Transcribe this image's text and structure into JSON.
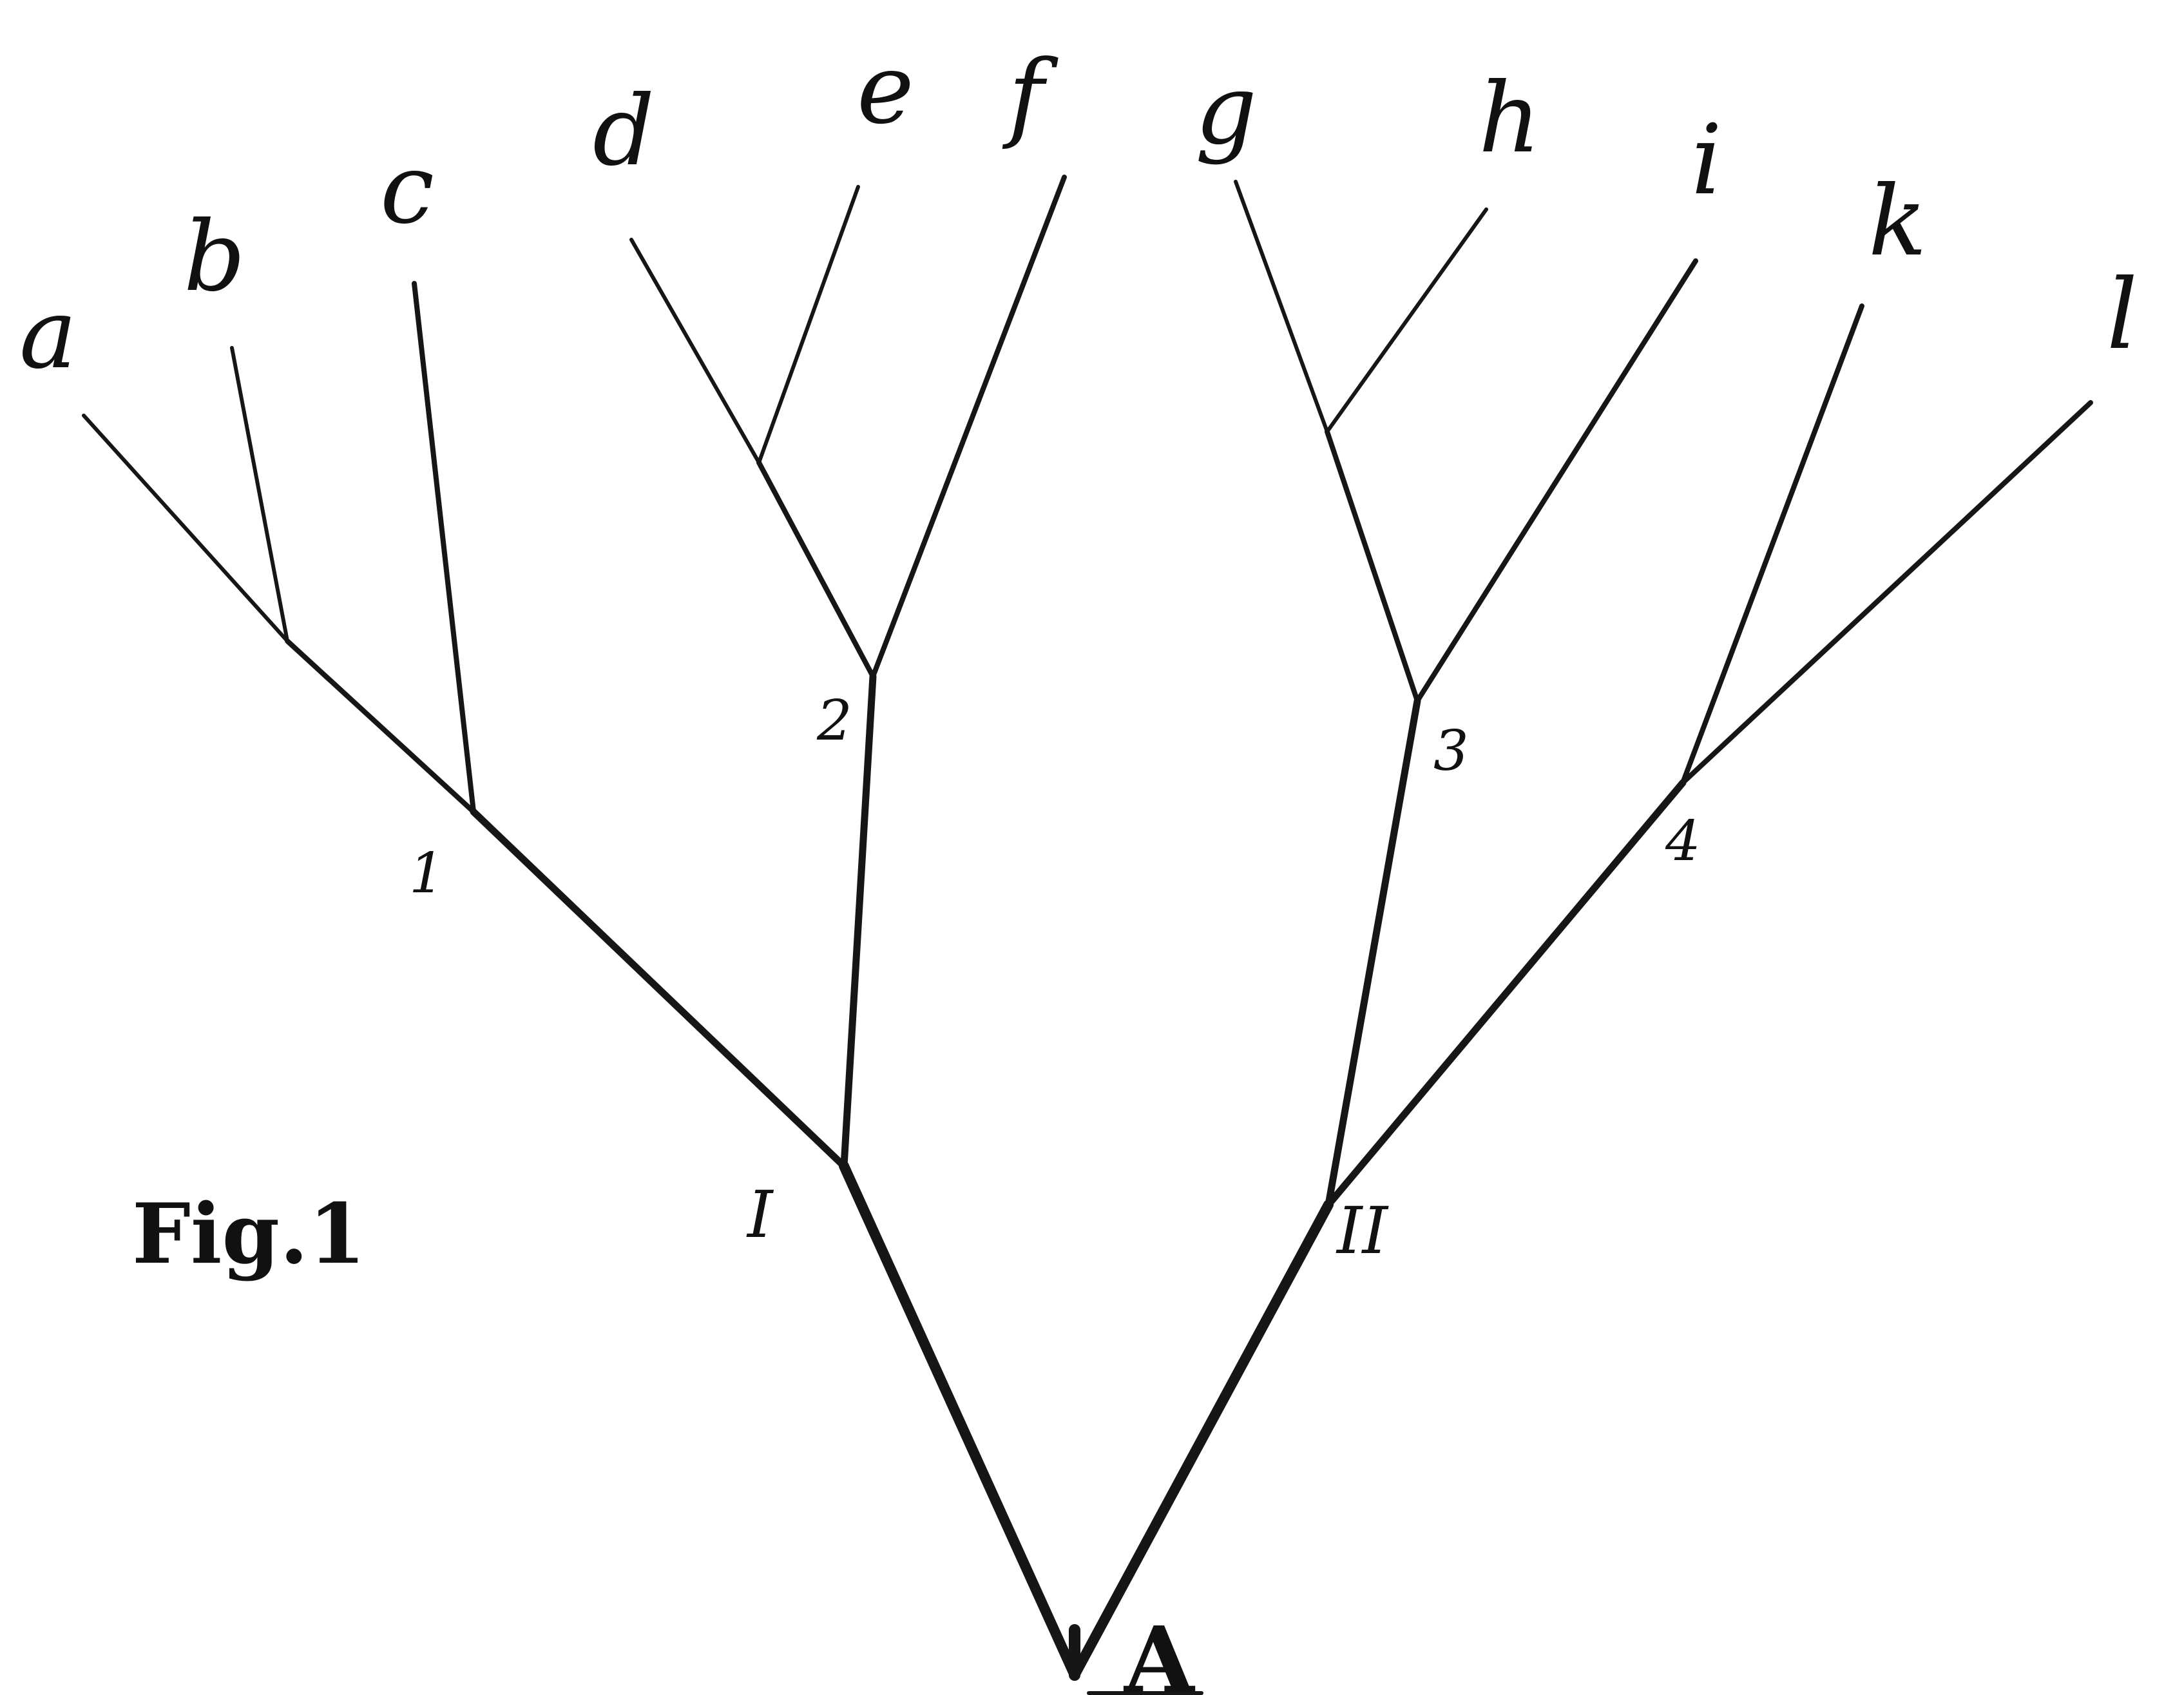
{
  "figure_label": "Fig.1",
  "root_label": "A",
  "tree": {
    "nodes": [
      {
        "id": "A",
        "label": "A",
        "kind": "root"
      },
      {
        "id": "I",
        "label": "I",
        "kind": "roman"
      },
      {
        "id": "II",
        "label": "II",
        "kind": "roman"
      },
      {
        "id": "n1",
        "label": "1",
        "kind": "node"
      },
      {
        "id": "n2",
        "label": "2",
        "kind": "node"
      },
      {
        "id": "n3",
        "label": "3",
        "kind": "node"
      },
      {
        "id": "n4",
        "label": "4",
        "kind": "node"
      },
      {
        "id": "jab",
        "label": "",
        "kind": "junction"
      },
      {
        "id": "jde",
        "label": "",
        "kind": "junction"
      },
      {
        "id": "jgh",
        "label": "",
        "kind": "junction"
      },
      {
        "id": "a",
        "label": "a",
        "kind": "leaf"
      },
      {
        "id": "b",
        "label": "b",
        "kind": "leaf"
      },
      {
        "id": "c",
        "label": "c",
        "kind": "leaf"
      },
      {
        "id": "d",
        "label": "d",
        "kind": "leaf"
      },
      {
        "id": "e",
        "label": "e",
        "kind": "leaf"
      },
      {
        "id": "f",
        "label": "f",
        "kind": "leaf"
      },
      {
        "id": "g",
        "label": "g",
        "kind": "leaf"
      },
      {
        "id": "h",
        "label": "h",
        "kind": "leaf"
      },
      {
        "id": "i",
        "label": "i",
        "kind": "leaf"
      },
      {
        "id": "k",
        "label": "k",
        "kind": "leaf"
      },
      {
        "id": "l",
        "label": "l",
        "kind": "leaf"
      }
    ],
    "edges": [
      {
        "from": "A",
        "to": "I"
      },
      {
        "from": "A",
        "to": "II"
      },
      {
        "from": "I",
        "to": "n1"
      },
      {
        "from": "I",
        "to": "n2"
      },
      {
        "from": "II",
        "to": "n3"
      },
      {
        "from": "II",
        "to": "n4"
      },
      {
        "from": "n1",
        "to": "jab"
      },
      {
        "from": "jab",
        "to": "a"
      },
      {
        "from": "jab",
        "to": "b"
      },
      {
        "from": "n1",
        "to": "c"
      },
      {
        "from": "n2",
        "to": "jde"
      },
      {
        "from": "jde",
        "to": "d"
      },
      {
        "from": "jde",
        "to": "e"
      },
      {
        "from": "n2",
        "to": "f"
      },
      {
        "from": "n3",
        "to": "jgh"
      },
      {
        "from": "jgh",
        "to": "g"
      },
      {
        "from": "jgh",
        "to": "h"
      },
      {
        "from": "n3",
        "to": "i"
      },
      {
        "from": "n4",
        "to": "k"
      },
      {
        "from": "n4",
        "to": "l"
      }
    ]
  }
}
